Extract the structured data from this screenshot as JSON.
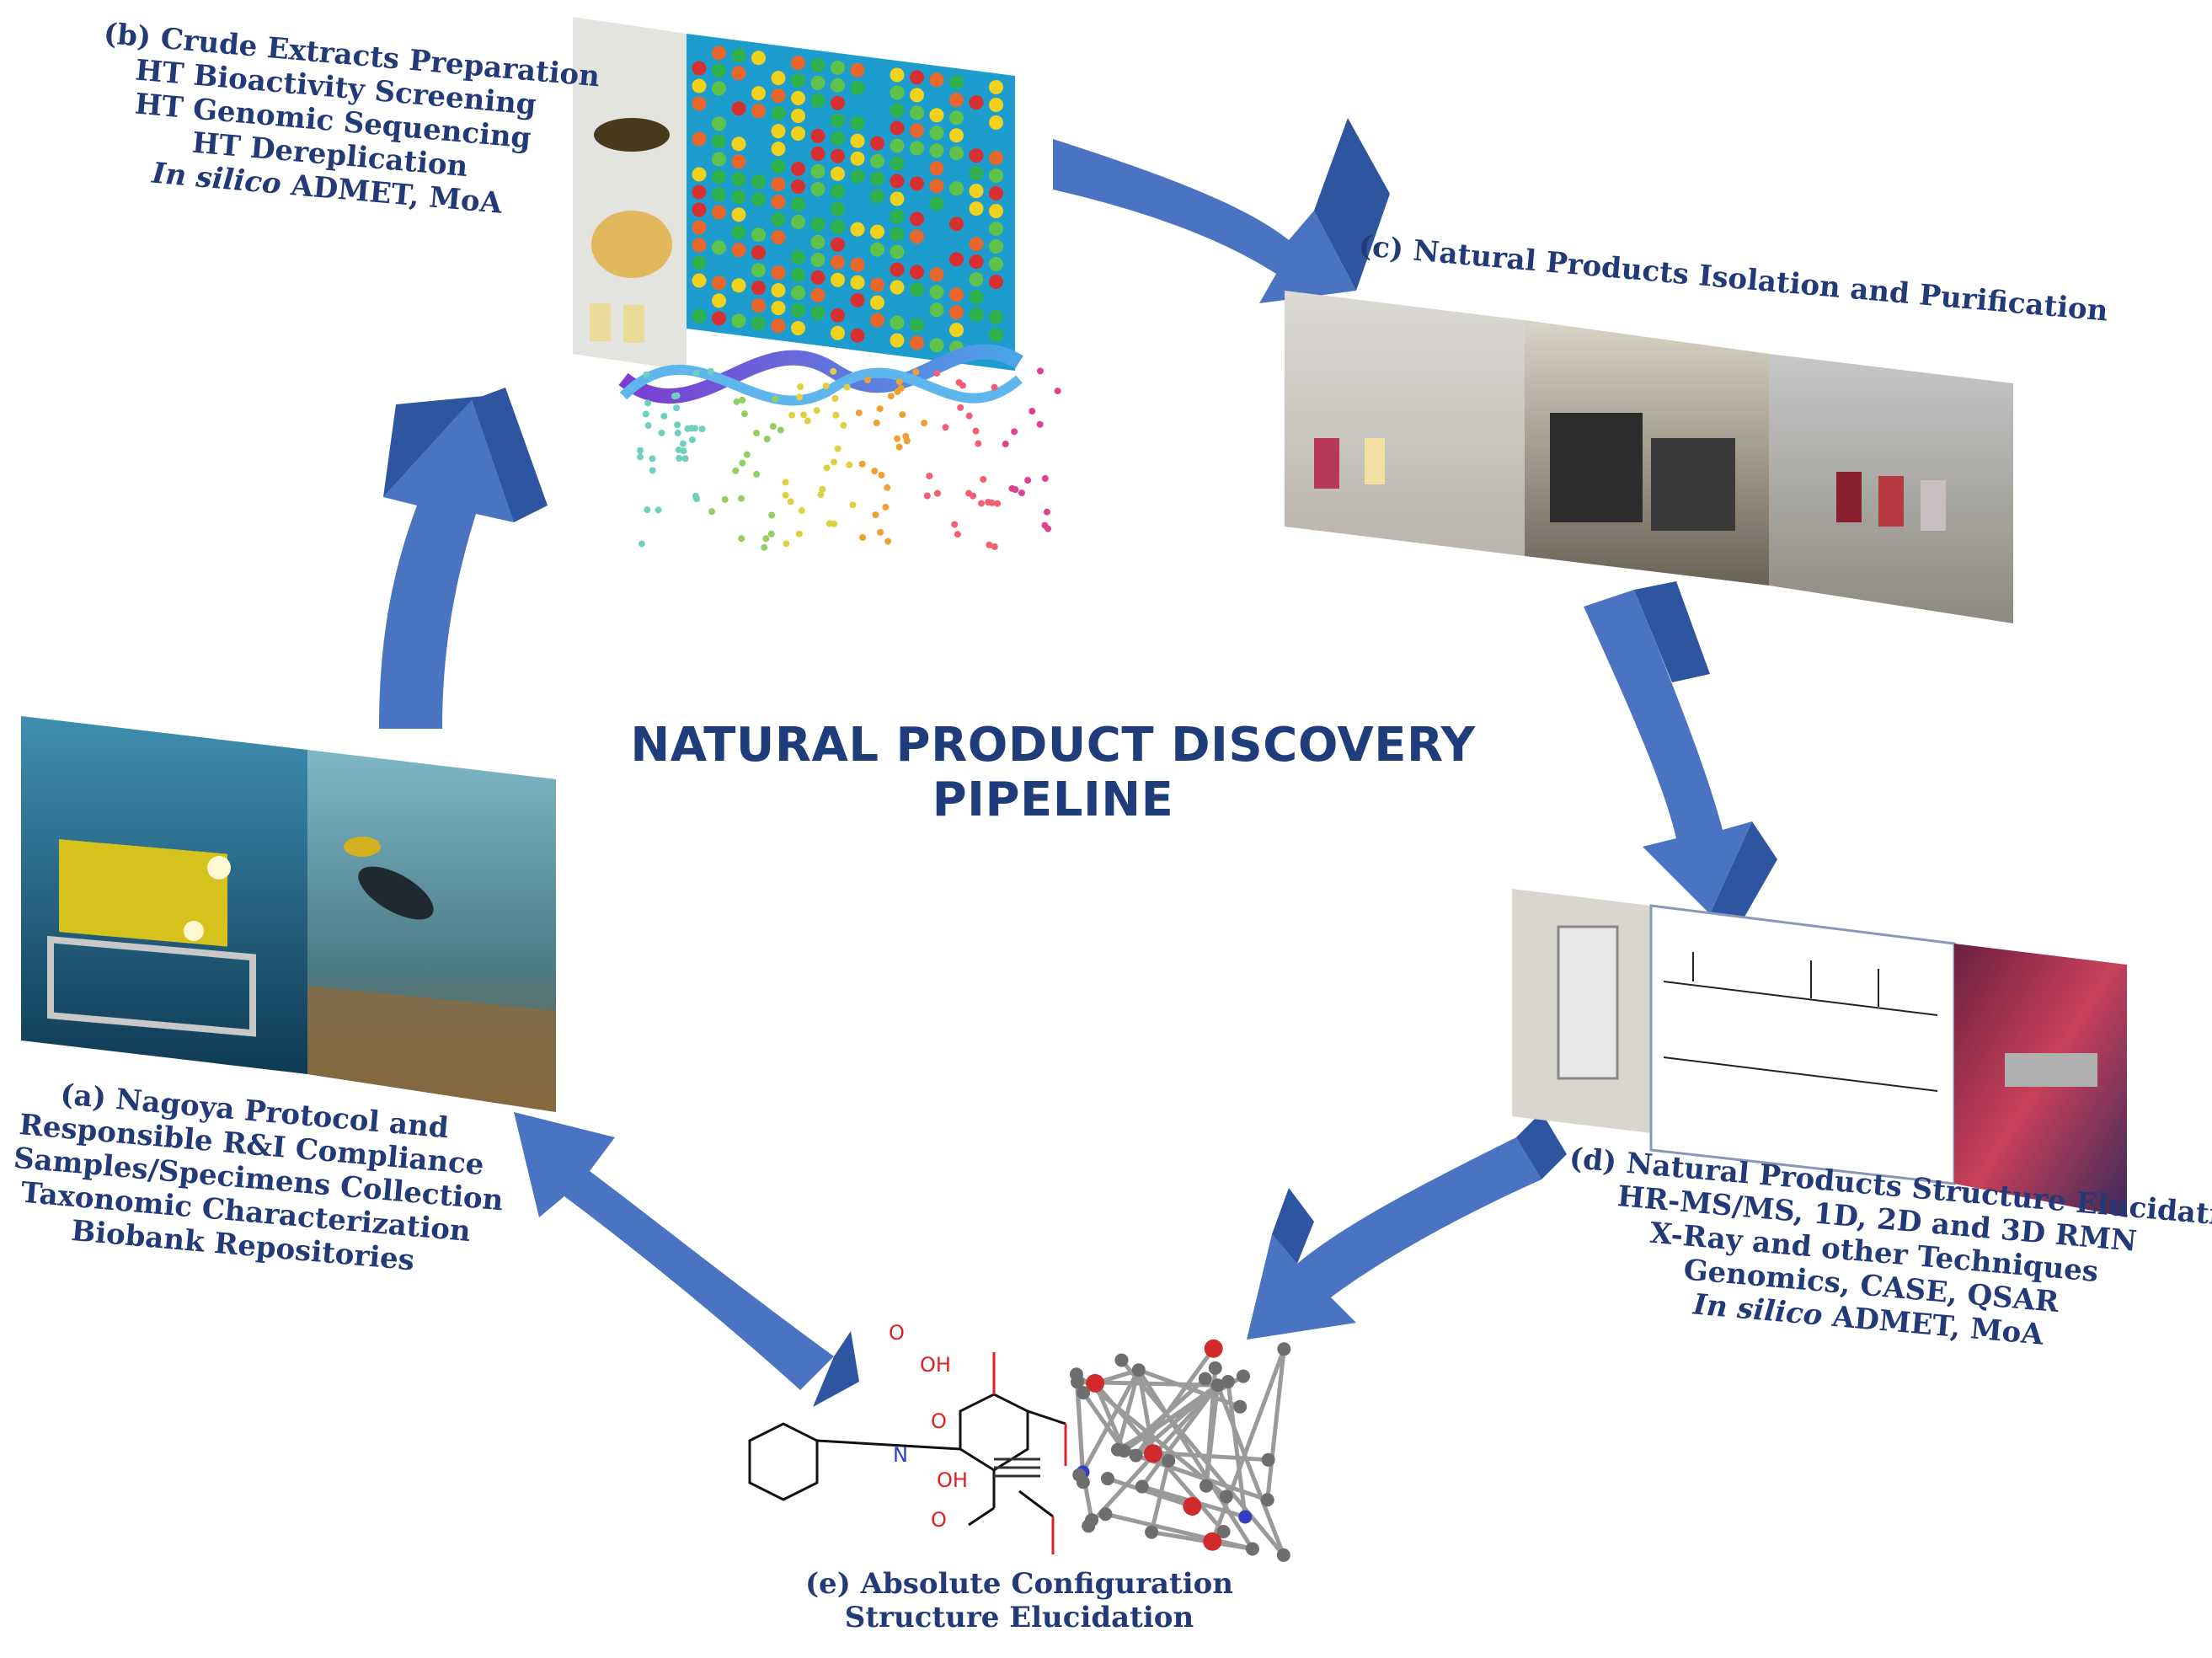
{
  "title": "NATURAL PRODUCT DISCOVERY PIPELINE",
  "colors": {
    "arrow": "#4a74c2",
    "arrow_dark": "#2e55a0",
    "text": "#233a78",
    "title": "#1f3d7a"
  },
  "stages": {
    "a": {
      "lines": [
        "(a) Nagoya Protocol  and",
        "Responsible  R&I Compliance",
        "Samples/Specimens   Collection",
        "Taxonomic Characterization",
        "Biobank Repositories"
      ]
    },
    "b": {
      "lines": [
        "(b) Crude Extracts Preparation",
        "HT Bioactivity   Screening",
        "HT Genomic Sequencing",
        "HT Dereplication"
      ],
      "last_italic": "In silico",
      "last_rest": " ADMET, MoA"
    },
    "c": {
      "lines": [
        "(c) Natural Products Isolation  and Purification"
      ]
    },
    "d": {
      "lines": [
        "(d) Natural Products Structure Elucidation",
        "HR-MS/MS, 1D, 2D and 3D RMN",
        "X-Ray and other Techniques",
        "Genomics, CASE, QSAR"
      ],
      "last_italic": "In silico",
      "last_rest": " ADMET, MoA"
    },
    "e": {
      "lines": [
        "(e) Absolute  Configuration",
        "Structure  Elucidation"
      ]
    }
  },
  "molecule_labels": {
    "oh_top": "OH",
    "o_top": "O",
    "o_mid": "O",
    "n": "N",
    "oh_bottom": "OH",
    "o_bottom": "O"
  }
}
